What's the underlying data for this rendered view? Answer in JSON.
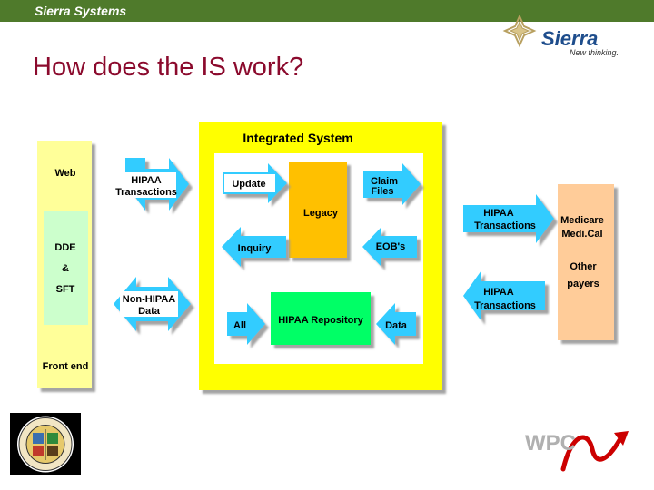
{
  "header": {
    "brand": "Sierra Systems",
    "slide_title": "How does the IS work?"
  },
  "logo": {
    "name": "Sierra",
    "tagline": "New thinking."
  },
  "footer": {
    "wpc_logo": "WPC"
  },
  "diagram": {
    "front_end": {
      "web": "Web",
      "dde": "DDE",
      "amp": "&",
      "sft": "SFT",
      "label": "Front end"
    },
    "left_arrows": {
      "hipaa_line1": "HIPAA",
      "hipaa_line2": "Transactions",
      "nonhipaa_line1": "Non-HIPAA",
      "nonhipaa_line2": "Data"
    },
    "integrated_system": {
      "title": "Integrated System",
      "update": "Update",
      "legacy": "Legacy",
      "claim_line1": "Claim",
      "claim_line2": "Files",
      "inquiry": "Inquiry",
      "eobs": "EOB's",
      "all": "All",
      "repository": "HIPAA Repository",
      "data": "Data"
    },
    "right_arrows": {
      "out_line1": "HIPAA",
      "out_line2": "Transactions",
      "in_line1": "HIPAA",
      "in_line2": "Transactions"
    },
    "payers": {
      "medicare": "Medicare",
      "medical": "Medi.Cal",
      "other": "Other",
      "payers": "payers"
    }
  },
  "colors": {
    "header_green": "#4f7a2b",
    "title_red": "#8b0a2d",
    "system_yellow": "#ffff00",
    "front_end_yellow": "#ffff99",
    "front_end_green": "#ccffcc",
    "arrow_blue": "#33ccff",
    "legacy_orange": "#ffc000",
    "repository_green": "#00ff66",
    "payers_peach": "#ffcc99"
  }
}
